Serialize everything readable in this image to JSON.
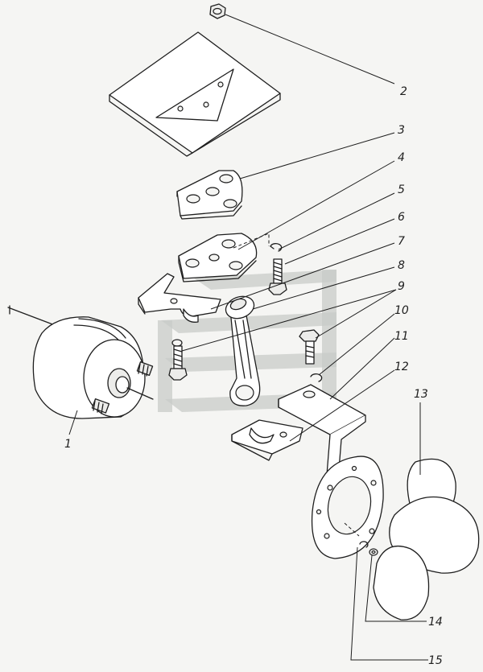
{
  "callouts": [
    {
      "id": "1",
      "label": "1"
    },
    {
      "id": "2",
      "label": "2"
    },
    {
      "id": "3",
      "label": "3"
    },
    {
      "id": "4",
      "label": "4"
    },
    {
      "id": "5",
      "label": "5"
    },
    {
      "id": "6",
      "label": "6"
    },
    {
      "id": "7",
      "label": "7"
    },
    {
      "id": "8",
      "label": "8"
    },
    {
      "id": "9",
      "label": "9"
    },
    {
      "id": "10",
      "label": "10"
    },
    {
      "id": "11",
      "label": "11"
    },
    {
      "id": "12",
      "label": "12"
    },
    {
      "id": "13",
      "label": "13"
    },
    {
      "id": "14",
      "label": "14"
    },
    {
      "id": "15",
      "label": "15"
    }
  ],
  "colors": {
    "ink": "#1e1e1e",
    "paper": "#f5f5f3",
    "watermark": "#c8cbc8"
  }
}
